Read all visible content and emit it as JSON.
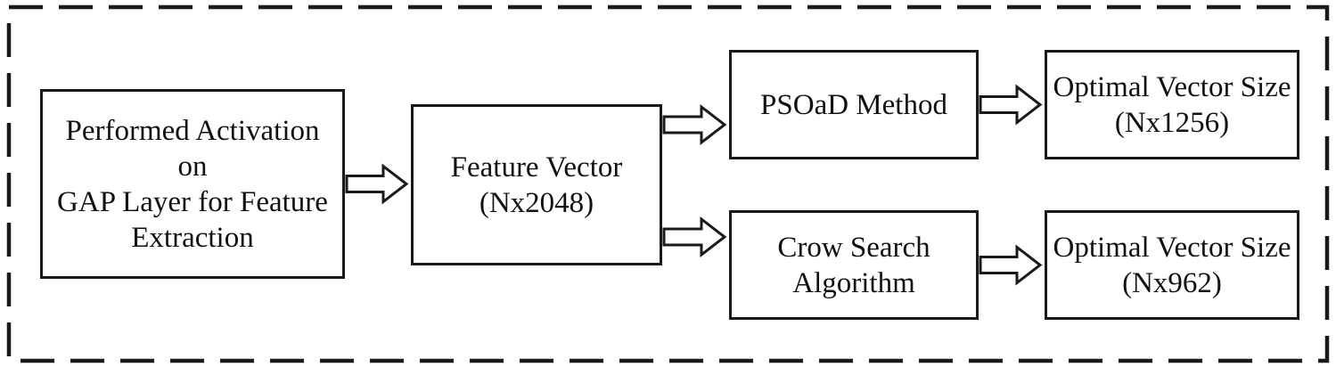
{
  "diagram": {
    "nodes": {
      "gap_extraction": {
        "text": "Performed Activation on\nGAP Layer for Feature\nExtraction"
      },
      "feature_vector": {
        "text": "Feature Vector\n(Nx2048)"
      },
      "psoad_method": {
        "text": "PSOaD Method"
      },
      "optimal_psoad": {
        "text": "Optimal Vector Size\n(Nx1256)"
      },
      "crow_search": {
        "text": "Crow Search\nAlgorithm"
      },
      "optimal_crow": {
        "text": "Optimal Vector Size\n(Nx962)"
      }
    },
    "edges": [
      {
        "from": "gap_extraction",
        "to": "feature_vector"
      },
      {
        "from": "feature_vector",
        "to": "psoad_method"
      },
      {
        "from": "feature_vector",
        "to": "crow_search"
      },
      {
        "from": "psoad_method",
        "to": "optimal_psoad"
      },
      {
        "from": "crow_search",
        "to": "optimal_crow"
      }
    ],
    "colors": {
      "stroke": "#1a1a1a",
      "background": "#ffffff"
    }
  }
}
